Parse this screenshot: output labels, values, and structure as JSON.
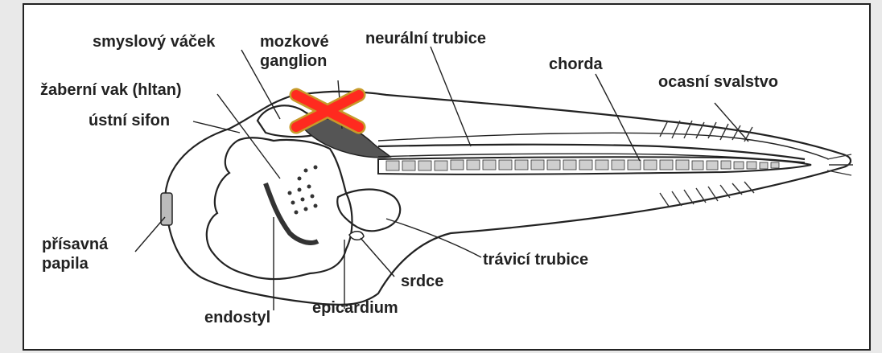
{
  "labels": {
    "smyslovy_vacek": "smyslový váček",
    "mozkove_ganglion": "mozkové\nganglion",
    "neuralni_trubice": "neurální trubice",
    "chorda": "chorda",
    "ocasni_svalstvo": "ocasní svalstvo",
    "zaberni_vak": "žaberní vak (hltan)",
    "ustni_sifon": "ústní sifon",
    "prisavna_papila": "přísavná\npapila",
    "endostyl": "endostyl",
    "epicardium": "epicardium",
    "srdce": "srdce",
    "travici_trubice": "trávicí trubice"
  },
  "colors": {
    "ink": "#222222",
    "cross": "#ff2a1f",
    "cross_outline": "#c79a2a",
    "notochord_fill": "#cfcfcf",
    "background": "#e9e9e9",
    "panel": "#ffffff"
  },
  "marker": {
    "type": "cross-icon",
    "meaning": "crossed out"
  }
}
